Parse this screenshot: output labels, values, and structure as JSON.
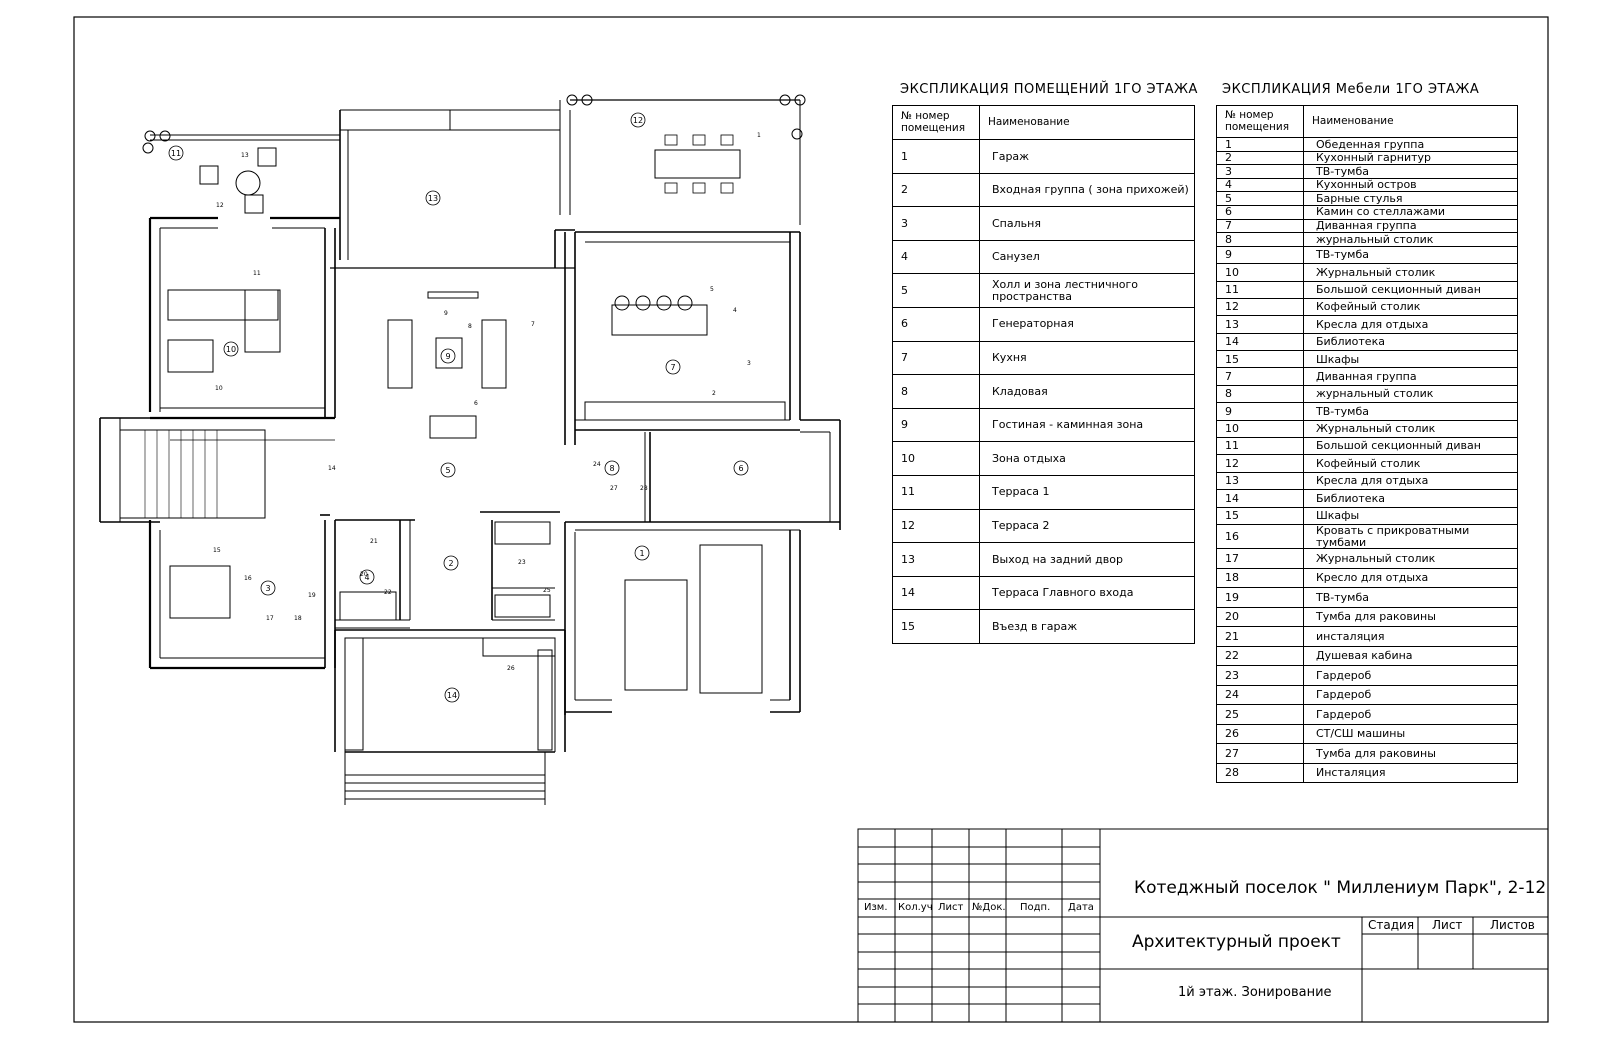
{
  "rooms_table": {
    "title": "ЭКСПЛИКАЦИЯ ПОМЕЩЕНИЙ 1ГО ЭТАЖА",
    "col_num": "№ номер помещения",
    "col_name": "Наименование",
    "rows": [
      {
        "n": "1",
        "name": "Гараж"
      },
      {
        "n": "2",
        "name": "Входная группа ( зона прихожей)"
      },
      {
        "n": "3",
        "name": "Спальня"
      },
      {
        "n": "4",
        "name": "Санузел"
      },
      {
        "n": "5",
        "name": "Холл и зона лестничного пространства"
      },
      {
        "n": "6",
        "name": "Генераторная"
      },
      {
        "n": "7",
        "name": "Кухня"
      },
      {
        "n": "8",
        "name": "Кладовая"
      },
      {
        "n": "9",
        "name": "Гостиная - каминная зона"
      },
      {
        "n": "10",
        "name": "Зона отдыха"
      },
      {
        "n": "11",
        "name": "Терраса 1"
      },
      {
        "n": "12",
        "name": "Терраса 2"
      },
      {
        "n": "13",
        "name": "Выход на задний двор"
      },
      {
        "n": "14",
        "name": "Терраса Главного входа"
      },
      {
        "n": "15",
        "name": "Въезд в гараж"
      }
    ]
  },
  "furniture_table": {
    "title": "ЭКСПЛИКАЦИЯ Мебели 1ГО ЭТАЖА",
    "col_num": "№ номер помещения",
    "col_name": "Наименование",
    "rows": [
      {
        "n": "1",
        "name": "Обеденная группа"
      },
      {
        "n": "2",
        "name": "Кухонный гарнитур"
      },
      {
        "n": "3",
        "name": "ТВ-тумба"
      },
      {
        "n": "4",
        "name": "Кухонный остров"
      },
      {
        "n": "5",
        "name": "Барные стулья"
      },
      {
        "n": "6",
        "name": "Камин со стеллажами"
      },
      {
        "n": "7",
        "name": "Диванная группа"
      },
      {
        "n": "8",
        "name": "журнальный столик"
      },
      {
        "n": "9",
        "name": "ТВ-тумба"
      },
      {
        "n": "10",
        "name": "Журнальный столик"
      },
      {
        "n": "11",
        "name": "Большой секционный диван"
      },
      {
        "n": "12",
        "name": "Кофейный столик"
      },
      {
        "n": "13",
        "name": "Кресла для отдыха"
      },
      {
        "n": "14",
        "name": "Библиотека"
      },
      {
        "n": "15",
        "name": "Шкафы"
      },
      {
        "n": "7",
        "name": "Диванная группа"
      },
      {
        "n": "8",
        "name": "журнальный столик"
      },
      {
        "n": "9",
        "name": "ТВ-тумба"
      },
      {
        "n": "10",
        "name": "Журнальный столик"
      },
      {
        "n": "11",
        "name": "Большой секционный диван"
      },
      {
        "n": "12",
        "name": "Кофейный столик"
      },
      {
        "n": "13",
        "name": "Кресла для отдыха"
      },
      {
        "n": "14",
        "name": "Библиотека"
      },
      {
        "n": "15",
        "name": "Шкафы"
      },
      {
        "n": "16",
        "name": "Кровать с прикроватными тумбами"
      },
      {
        "n": "17",
        "name": "Журнальный столик"
      },
      {
        "n": "18",
        "name": "Кресло для отдыха"
      },
      {
        "n": "19",
        "name": "ТВ-тумба"
      },
      {
        "n": "20",
        "name": "Тумба для раковины"
      },
      {
        "n": "21",
        "name": "инсталяция"
      },
      {
        "n": "22",
        "name": "Душевая кабина"
      },
      {
        "n": "23",
        "name": "Гардероб"
      },
      {
        "n": "24",
        "name": "Гардероб"
      },
      {
        "n": "25",
        "name": "Гардероб"
      },
      {
        "n": "26",
        "name": "СТ/СШ машины"
      },
      {
        "n": "27",
        "name": "Тумба для раковины"
      },
      {
        "n": "28",
        "name": "Инсталяция"
      }
    ]
  },
  "stamp": {
    "col_headers": [
      "Изм.",
      "Кол.уч",
      "Лист",
      "№Док.",
      "Подп.",
      "Дата"
    ],
    "project": "Котеджный поселок \" Миллениум Парк\", 2-12",
    "subtitle": "Архитектурный проект",
    "sheet_title": "1й этаж. Зонирование",
    "stage_label": "Стадия",
    "sheet_label": "Лист",
    "sheets_label": "Листов"
  },
  "plan": {
    "room_markers": [
      "1",
      "2",
      "3",
      "4",
      "5",
      "6",
      "7",
      "8",
      "9",
      "10",
      "11",
      "12",
      "13",
      "14"
    ],
    "furniture_leaders": [
      "1",
      "2",
      "3",
      "4",
      "5",
      "6",
      "7",
      "8",
      "9",
      "10",
      "11",
      "12",
      "13",
      "14",
      "15",
      "16",
      "17",
      "18",
      "19",
      "20",
      "21",
      "22",
      "23",
      "24",
      "25",
      "26",
      "27",
      "28"
    ]
  }
}
